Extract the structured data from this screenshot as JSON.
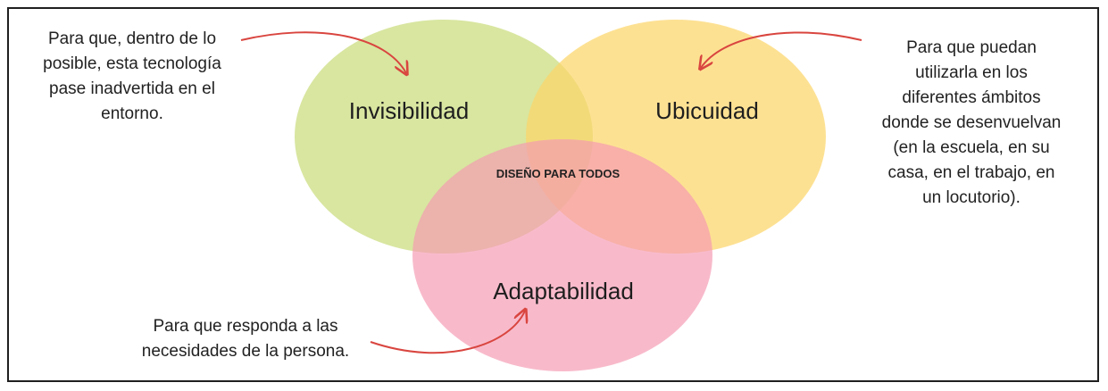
{
  "diagram": {
    "circles": [
      {
        "key": "invisibilidad",
        "label": "Invisibilidad",
        "color": "#c9dc7c"
      },
      {
        "key": "ubicuidad",
        "label": "Ubicuidad",
        "color": "#fcd66a"
      },
      {
        "key": "adaptabilidad",
        "label": "Adaptabilidad",
        "color": "#f59ab2"
      }
    ],
    "center_label": "DISEÑO PARA TODOS",
    "arrow_color": "#d9453f"
  },
  "notes": {
    "invisibilidad": [
      "Para que, dentro de lo",
      "posible, esta tecnología",
      "pase inadvertida en el",
      "entorno."
    ],
    "ubicuidad": [
      "Para que puedan",
      "utilizarla en los",
      "diferentes ámbitos",
      "donde se desenvuelvan",
      "(en la escuela, en su",
      "casa, en el trabajo, en",
      "un locutorio)."
    ],
    "adaptabilidad": [
      "Para que responda a las",
      "necesidades de la persona."
    ]
  }
}
